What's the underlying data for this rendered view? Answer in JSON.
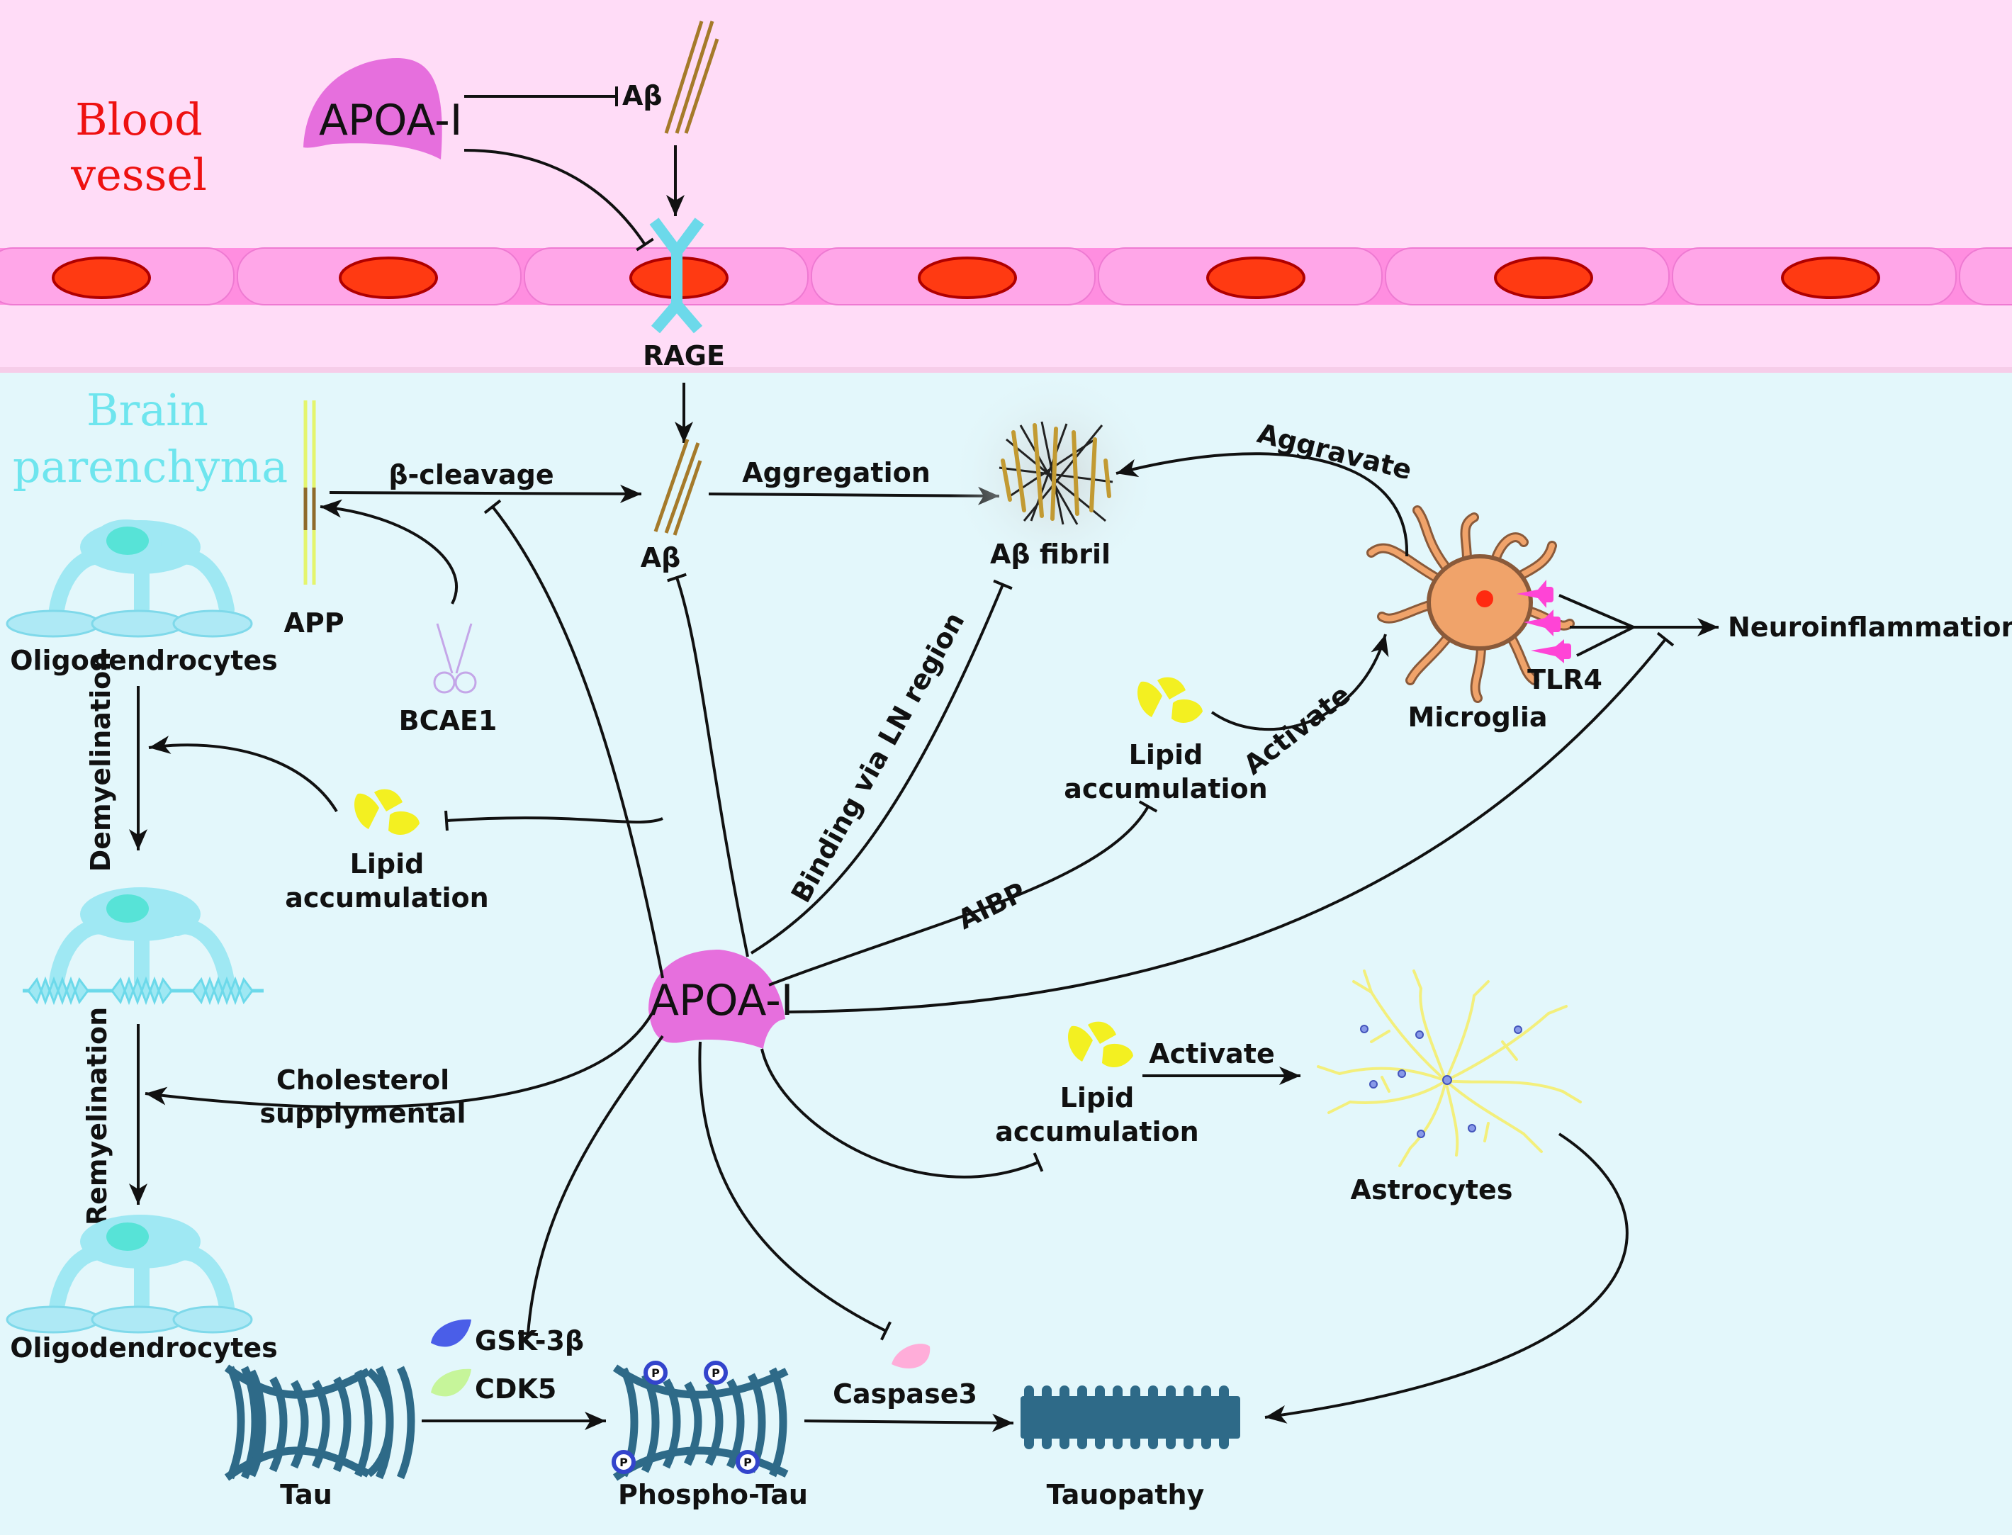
{
  "regions": {
    "blood_vessel": [
      "Blood",
      "vessel"
    ],
    "brain_parenchyma": [
      "Brain",
      "parenchyma"
    ]
  },
  "nodes": {
    "apoa1_top": "APOA-I",
    "abeta_top": "Aβ",
    "rage": "RAGE",
    "app": "APP",
    "abeta_mid": "Aβ",
    "abeta_fibril": "Aβ fibril",
    "bcae1": "BCAE1",
    "microglia": "Microglia",
    "tlr4": "TLR4",
    "neuroinflammation": "Neuroinflammation",
    "oligo_top": "Oligodendrocytes",
    "oligo_bottom": "Oligodendrocytes",
    "lipid_left": [
      "Lipid",
      "accumulation"
    ],
    "lipid_upper_right": [
      "Lipid",
      "accumulation"
    ],
    "lipid_lower_right": [
      "Lipid",
      "accumulation"
    ],
    "apoa1_center": "APOA-I",
    "astrocytes": "Astrocytes",
    "gsk3b": "GSK-3β",
    "cdk5": "CDK5",
    "caspase3": "Caspase3",
    "tau": "Tau",
    "phospho_tau": "Phospho-Tau",
    "tauopathy": "Tauopathy"
  },
  "edge_labels": {
    "beta_cleavage": "β-cleavage",
    "aggregation": "Aggregation",
    "aggravate": "Aggravate",
    "activate_microglia": "Activate",
    "binding_ln": "Binding via LN region",
    "aibp": "AIBP",
    "demyelination": "Demyelination",
    "remyelination": "Remyelination",
    "cholesterol": [
      "Cholesterol",
      "supplymental"
    ],
    "activate_astro": "Activate"
  },
  "colors": {
    "vessel_bg": "#ffdcf7",
    "parenchyma_bg": "#e3f7fb",
    "endothelium": "#ff8ee0",
    "nucleus_red": "#ff3a12",
    "apoa1": "#e66fdd",
    "rage": "#6cd9ea",
    "oligodendrocyte": "#9fe8f3",
    "lipid": "#f3f021",
    "microglia": "#f0a36a",
    "tlr4": "#ff44d6",
    "astrocyte": "#f3ef7c",
    "tau": "#2e6a88",
    "gsk3b": "#4a5ee8",
    "cdk5": "#c6f59a",
    "caspase3": "#ffadd9",
    "blood_label": "#ee1111",
    "brain_label": "#6ee5ee"
  },
  "icons": [
    "apoa1-blob",
    "abeta-strand",
    "rage-receptor",
    "scissors-icon",
    "fibril-cluster",
    "microglia-cell",
    "astrocyte-cell",
    "oligodendrocyte-cell",
    "lipid-droplet",
    "tau-helix",
    "phosphate-icon"
  ]
}
